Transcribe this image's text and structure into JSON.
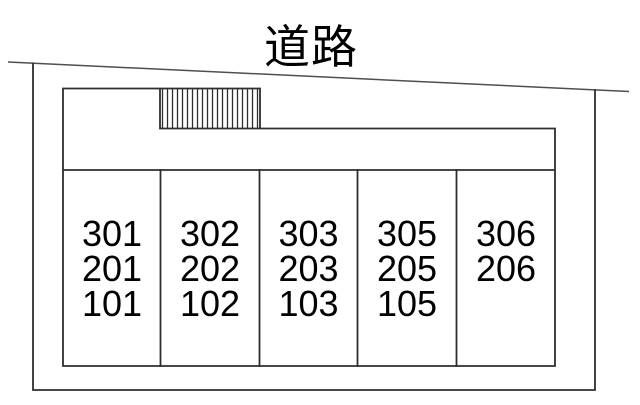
{
  "diagram": {
    "road_label": "道路",
    "columns": [
      {
        "lines": [
          "301",
          "201",
          "101"
        ]
      },
      {
        "lines": [
          "302",
          "202",
          "102"
        ]
      },
      {
        "lines": [
          "303",
          "203",
          "103"
        ]
      },
      {
        "lines": [
          "305",
          "205",
          "105"
        ]
      },
      {
        "lines": [
          "306",
          "206"
        ]
      }
    ]
  },
  "colors": {
    "background": "#ffffff",
    "line": "#2e2e2e",
    "road_line": "#4f4f4f",
    "text": "#000000"
  }
}
